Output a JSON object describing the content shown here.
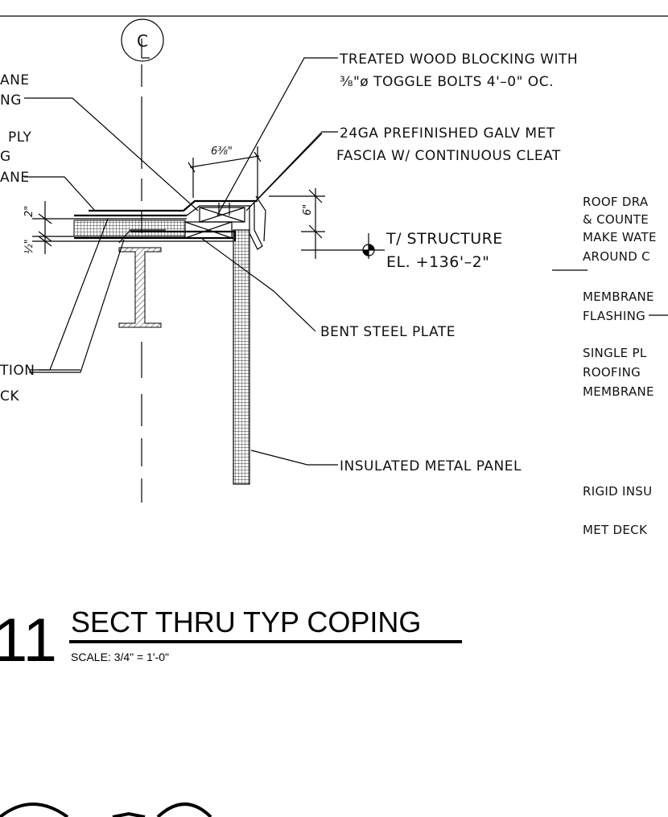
{
  "labels": {
    "treated_wood_1": "TREATED WOOD BLOCKING WITH",
    "treated_wood_2": "⅜\"ø TOGGLE BOLTS 4'–0\" OC.",
    "fascia_1": "24GA PREFINISHED GALV MET",
    "fascia_2": "FASCIA W/ CONTINUOUS CLEAT",
    "structure_1": "T/ STRUCTURE",
    "structure_2": "EL. +136'–2\"",
    "bent_plate": "BENT STEEL PLATE",
    "metal_panel": "INSULATED METAL PANEL",
    "left_1": "ANE",
    "left_2": "NG",
    "left_3": "PLY",
    "left_4": "G",
    "left_5": "ANE",
    "left_6": "TION",
    "left_7": "CK",
    "right_1": "ROOF DRA",
    "right_2": "& COUNTE",
    "right_3": "MAKE WATE",
    "right_4": "AROUND C",
    "right_5": "MEMBRANE",
    "right_6": "FLASHING",
    "right_7": "SINGLE PL",
    "right_8": "ROOFING",
    "right_9": "MEMBRANE",
    "right_10": "RIGID INSU",
    "right_11": "MET DECK"
  },
  "dims": {
    "width": "6⅜\"",
    "height_right": "6\"",
    "height_left_1": "2\"",
    "height_left_2": "½\""
  },
  "centerline": "CL",
  "title": {
    "number": "11",
    "text": "SECT THRU TYP COPING",
    "scale": "SCALE:  3/4\" = 1'-0\""
  }
}
